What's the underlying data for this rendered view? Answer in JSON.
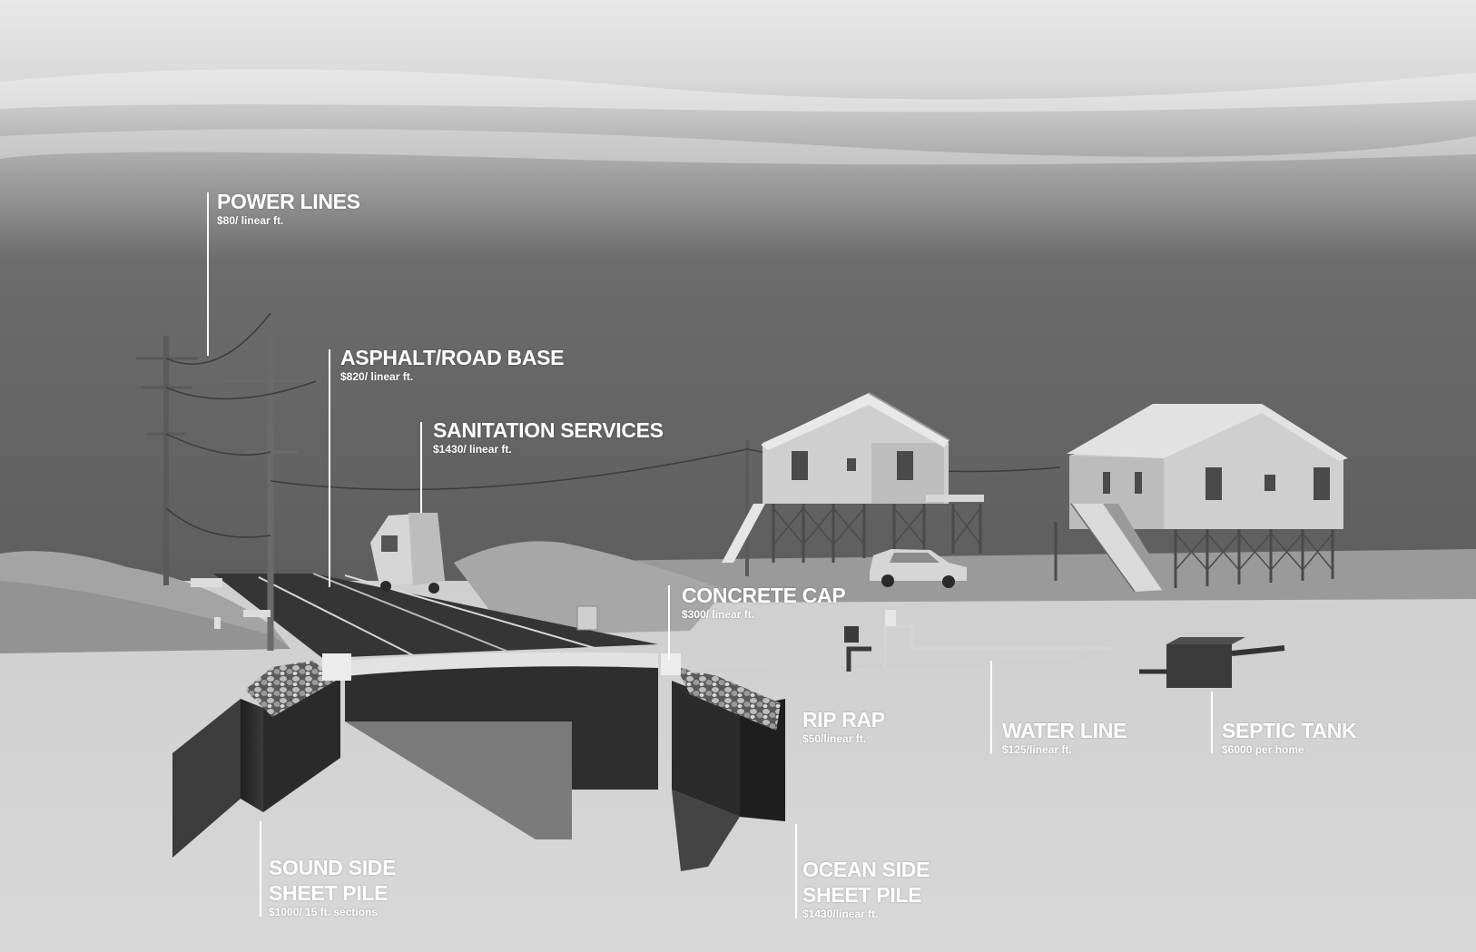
{
  "colors": {
    "sky_top": "#e6e6e6",
    "sky_bottom": "#626262",
    "ground": "#d6d6d6",
    "dune": "#a9a9a9",
    "asphalt": "#3a3a3a",
    "label_text": "#ffffff"
  },
  "labels": {
    "power_lines": {
      "title": "POWER LINES",
      "cost": "$80/ linear ft."
    },
    "asphalt": {
      "title": "ASPHALT/ROAD BASE",
      "cost": "$820/ linear ft."
    },
    "sanitation": {
      "title": "SANITATION SERVICES",
      "cost": "$1430/ linear ft."
    },
    "concrete_cap": {
      "title": "CONCRETE CAP",
      "cost": "$300/ linear ft."
    },
    "rip_rap": {
      "title": "RIP RAP",
      "cost": "$50/linear ft."
    },
    "water_line": {
      "title": "WATER LINE",
      "cost": "$125/linear ft."
    },
    "septic_tank": {
      "title": "SEPTIC TANK",
      "cost": "$6000 per home"
    },
    "sound_side": {
      "title_line1": "SOUND SIDE",
      "title_line2": "SHEET PILE",
      "cost": "$1000/ 15 ft. sections"
    },
    "ocean_side": {
      "title_line1": "OCEAN SIDE",
      "title_line2": "SHEET PILE",
      "cost": "$1430/linear ft."
    }
  }
}
